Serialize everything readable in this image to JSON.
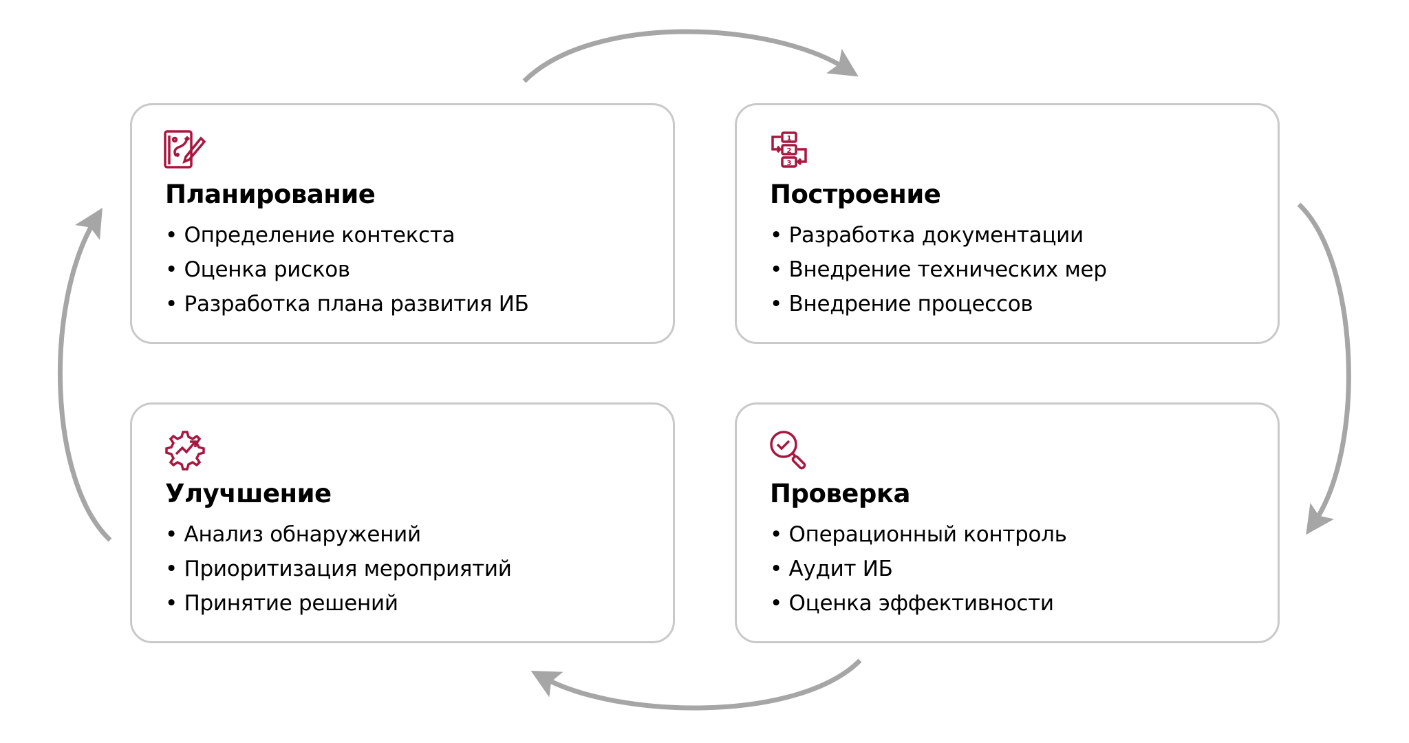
{
  "colors": {
    "accent": "#a8173f",
    "arrow": "#a6a6a6",
    "border": "#c9c9c9"
  },
  "cards": [
    {
      "title": "Планирование",
      "icon": "plan-pencil-icon",
      "items": [
        "Определение контекста",
        "Оценка рисков",
        "Разработка плана развития ИБ"
      ]
    },
    {
      "title": "Построение",
      "icon": "numbered-steps-icon",
      "items": [
        "Разработка документации",
        "Внедрение технических мер",
        "Внедрение процессов"
      ]
    },
    {
      "title": "Улучшение",
      "icon": "gear-growth-icon",
      "items": [
        "Анализ обнаружений",
        "Приоритизация мероприятий",
        "Принятие решений"
      ]
    },
    {
      "title": "Проверка",
      "icon": "magnifier-check-icon",
      "items": [
        "Операционный контроль",
        "Аудит ИБ",
        "Оценка эффективности"
      ]
    }
  ]
}
